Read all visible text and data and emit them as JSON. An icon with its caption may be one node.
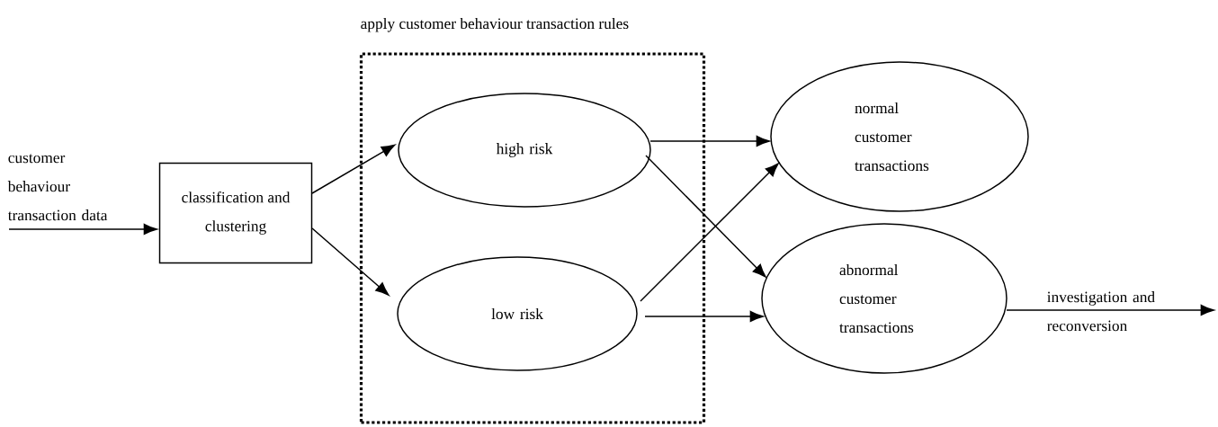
{
  "diagram": {
    "nodes": [
      {
        "text": [
          "classification and clustering"
        ]
      },
      {
        "text": [
          "apply customer behaviour transaction rules"
        ]
      },
      {
        "text": [
          "high risk"
        ],
        "in": 1
      },
      {
        "text": [
          "low risk"
        ],
        "in": 1
      },
      {
        "text": [
          "normal customer transactions"
        ]
      },
      {
        "text": [
          "abnormal customer transactions"
        ]
      }
    ],
    "edges": [
      {
        "from": null,
        "to": 0,
        "arrow": "to",
        "label": "customer behaviour transaction data"
      },
      {
        "from": 0,
        "to": 2,
        "arrow": "to"
      },
      {
        "from": 0,
        "to": 3,
        "arrow": "to"
      },
      {
        "from": 2,
        "to": 4,
        "arrow": "to"
      },
      {
        "from": 2,
        "to": 5,
        "arrow": "to"
      },
      {
        "from": 3,
        "to": 4,
        "arrow": "to"
      },
      {
        "from": 3,
        "to": 5,
        "arrow": "to"
      },
      {
        "from": 5,
        "to": null,
        "arrow": "to",
        "label": "investigation and reconversion"
      }
    ]
  }
}
